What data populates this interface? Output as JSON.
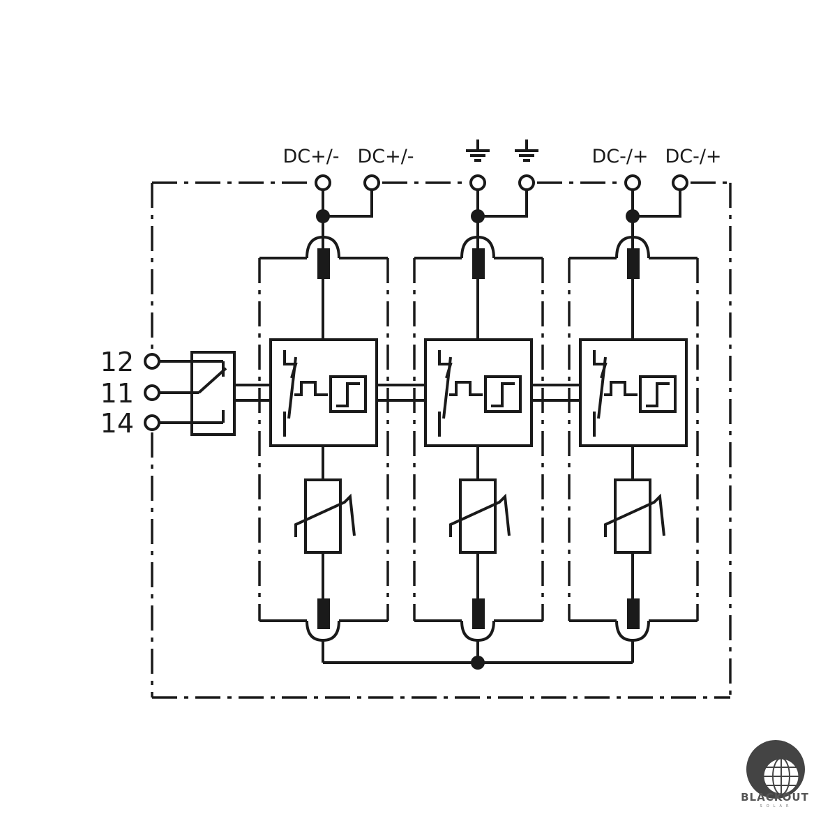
{
  "terminals_top": [
    {
      "id": "dc1a",
      "label": "DC+/-",
      "kind": "text"
    },
    {
      "id": "dc1b",
      "label": "DC+/-",
      "kind": "text"
    },
    {
      "id": "pe1",
      "label": "",
      "kind": "ground-icon"
    },
    {
      "id": "pe2",
      "label": "",
      "kind": "ground-icon"
    },
    {
      "id": "dc3a",
      "label": "DC-/+",
      "kind": "text"
    },
    {
      "id": "dc3b",
      "label": "DC-/+",
      "kind": "text"
    }
  ],
  "remote_contact_pins": [
    "12",
    "11",
    "14"
  ],
  "logo": {
    "name": "BLACKOUT",
    "sub": "SOLAR",
    "icon": "globe-icon"
  },
  "colors": {
    "line": "#1a1a1a",
    "background": "#ffffff",
    "logo_gray": "#555555"
  }
}
